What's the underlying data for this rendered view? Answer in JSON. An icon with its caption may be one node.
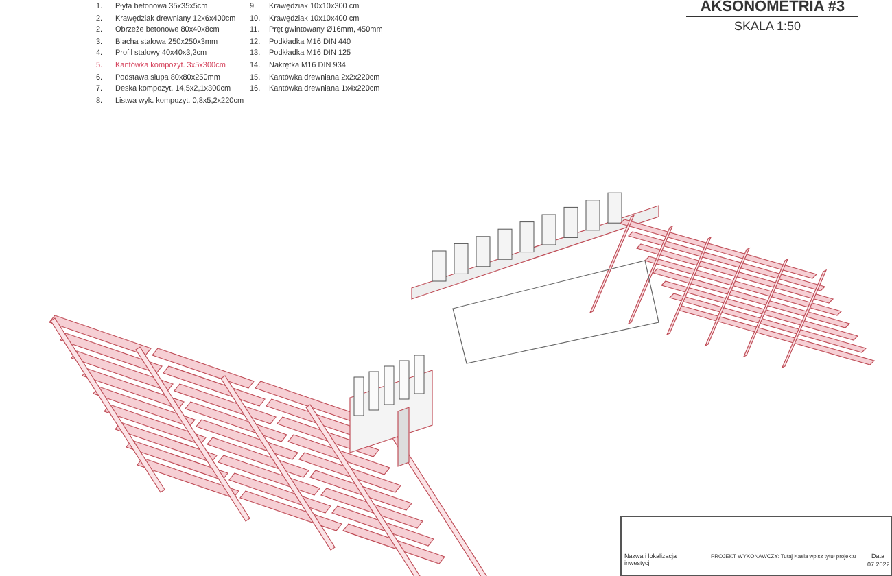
{
  "diagram": {
    "title": "AKSONOMETRIA #3",
    "labels": [
      "1.",
      "Płyta betonowa 35x35x5cm",
      "2.",
      "Krawędziak drewniany 12x6x400cm",
      "2.",
      "Obrzeże betonowe 80x40x8cm",
      "3.",
      "Blacha stalowa 250x250x3mm",
      "4.",
      "Profil stalowy 40x40x3,2cm",
      "5.",
      "Kantówka kompozyt. 3x5x300cm",
      "6.",
      "Podstawa słupa 80x80x250mm",
      "7.",
      "Deska kompozyt. 14,5x2,1x300cm",
      "8.",
      "Listwa wyk. kompozyt. 0,8x5,2x220cm",
      "9.",
      "Krawędziak 10x10x300 cm",
      "10.",
      "Krawędziak 10x10x400 cm",
      "11.",
      "Pręt gwintowany Ø16mm, 450mm",
      "12.",
      "Podkładka M16 DIN 440",
      "13.",
      "Podkładka M16 DIN 125",
      "14.",
      "Nakrętka M16 DIN 934",
      "15.",
      "Kantówka drewniana 2x2x220cm",
      "16.",
      "Kantówka drewniana 1x4x220cm",
      "SKALA 1:50",
      "Nazwa i lokalizacja inwestycji",
      "PROJEKT WYKONAWCZY: Tutaj Kasia wpisz tytuł projektu",
      "Data",
      "07.2022"
    ]
  }
}
